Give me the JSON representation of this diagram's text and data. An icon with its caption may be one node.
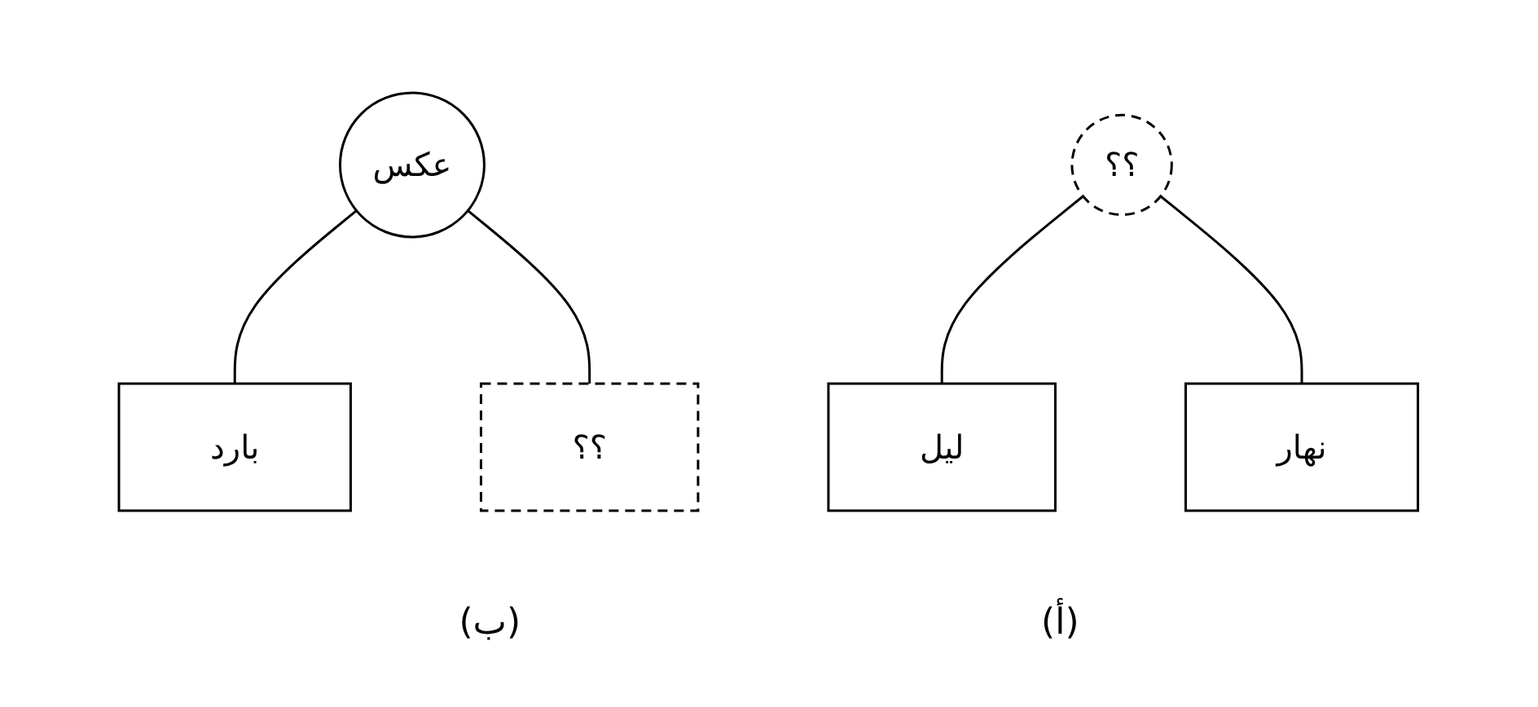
{
  "diagram": {
    "nodes": [
      {
        "text": [
          "عكس"
        ]
      },
      {
        "text": [
          "بارد"
        ]
      },
      {
        "text": [
          "؟؟"
        ]
      },
      {
        "text": [
          "؟؟"
        ]
      },
      {
        "text": [
          "ليل"
        ]
      },
      {
        "text": [
          "نهار"
        ]
      }
    ],
    "edges": [
      {
        "from": 0,
        "to": 1,
        "arrow": "none"
      },
      {
        "from": 0,
        "to": 2,
        "arrow": "none"
      },
      {
        "from": 3,
        "to": 4,
        "arrow": "none"
      },
      {
        "from": 3,
        "to": 5,
        "arrow": "none"
      }
    ],
    "labels": [
      "(ب)",
      "(أ)"
    ]
  }
}
